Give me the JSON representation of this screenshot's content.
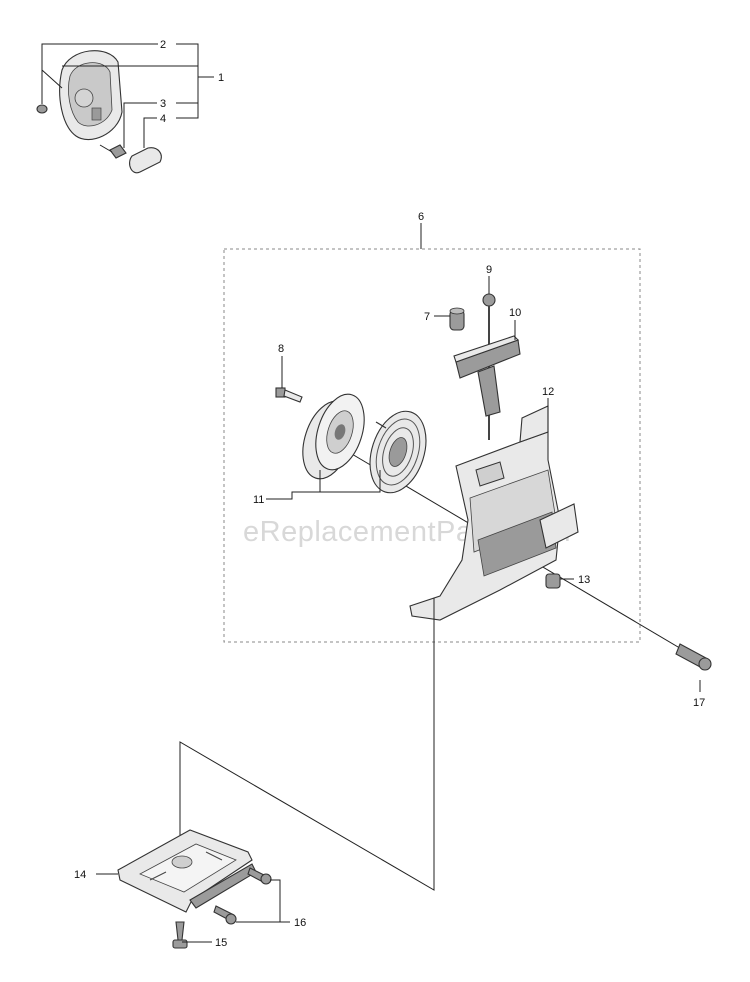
{
  "watermark": "eReplacementParts.com",
  "callouts": {
    "c1": "1",
    "c2": "2",
    "c3": "3",
    "c4": "4",
    "c6": "6",
    "c7": "7",
    "c8": "8",
    "c9": "9",
    "c10": "10",
    "c11": "11",
    "c12": "12",
    "c13": "13",
    "c14": "14",
    "c15": "15",
    "c16": "16",
    "c17": "17"
  }
}
